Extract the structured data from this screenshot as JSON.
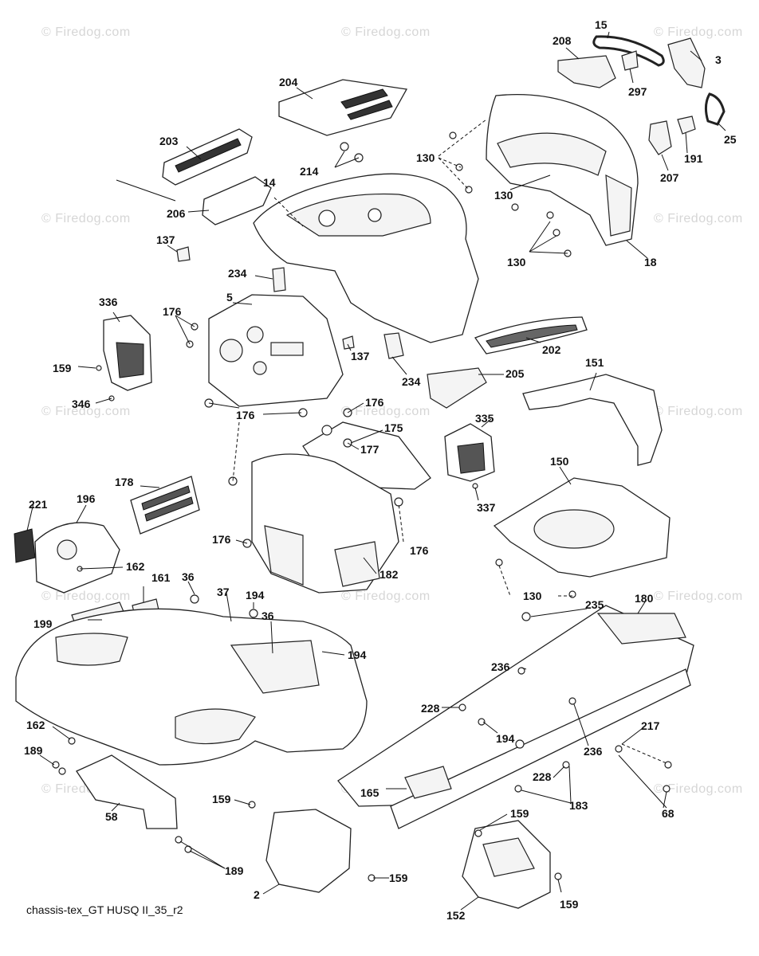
{
  "watermark_text": "© Firedog.com",
  "caption": "chassis-tex_GT HUSQ II_35_r2",
  "callouts": [
    "15",
    "208",
    "3",
    "204",
    "297",
    "25",
    "203",
    "130",
    "191",
    "214",
    "207",
    "14",
    "130",
    "206",
    "130",
    "18",
    "137",
    "234",
    "336",
    "5",
    "176",
    "202",
    "137",
    "159",
    "234",
    "205",
    "151",
    "346",
    "176",
    "176",
    "175",
    "177",
    "335",
    "178",
    "150",
    "221",
    "196",
    "337",
    "176",
    "176",
    "162",
    "182",
    "161",
    "36",
    "37",
    "130",
    "194",
    "180",
    "36",
    "199",
    "235",
    "194",
    "236",
    "228",
    "162",
    "194",
    "236",
    "217",
    "189",
    "228",
    "165",
    "183",
    "58",
    "159",
    "68",
    "159",
    "189",
    "159",
    "2",
    "159",
    "152"
  ]
}
